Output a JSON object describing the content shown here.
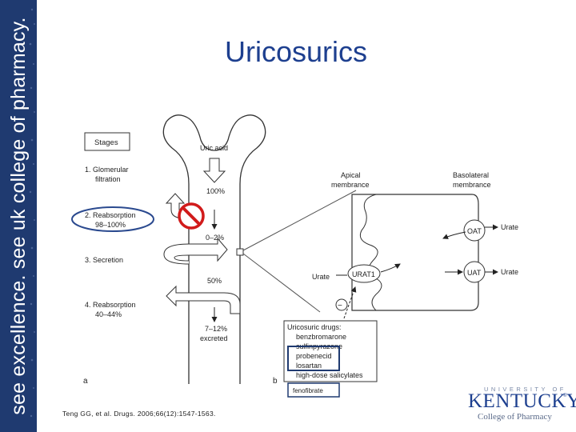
{
  "sidebar": {
    "text": "see excellence. see uk college of pharmacy."
  },
  "title": "Uricosurics",
  "figure": {
    "stages_header": "Stages",
    "stages": [
      "1. Glomerular",
      "filtration",
      "2. Reabsorption",
      "98–100%",
      "3. Secretion",
      "4. Reabsorption",
      "40–44%"
    ],
    "uric_acid": "Uric acid",
    "percents": [
      "100%",
      "0–2%",
      "50%",
      "7–12%",
      "excreted"
    ],
    "panel_a": "a",
    "panel_b": "b",
    "apical": [
      "Apical",
      "membrance"
    ],
    "basolateral": [
      "Basolateral",
      "membrance"
    ],
    "transporters": {
      "oat": "OAT",
      "urat1": "URAT1",
      "uat": "UAT"
    },
    "urate": "Urate",
    "minus": "−",
    "drugs_header": "Uricosuric drugs:",
    "drugs": [
      "benzbromarone",
      "sulfinpyrazone",
      "probenecid",
      "losartan",
      "high-dose salicylates"
    ],
    "extra_drug": "fenofibrate"
  },
  "citation": "Teng GG, et al. Drugs. 2006;66(12):1547-1563.",
  "logo": {
    "university": "UNIVERSITY OF",
    "name": "KENTUCKY",
    "tm": "®",
    "college": "College of Pharmacy"
  },
  "colors": {
    "sidebar": "#1f3a70",
    "title": "#1d3f8f",
    "highlight_oval": "#2b4a8f",
    "no_sign": "#d11b1b",
    "highlight_box": "#1f3a70"
  }
}
